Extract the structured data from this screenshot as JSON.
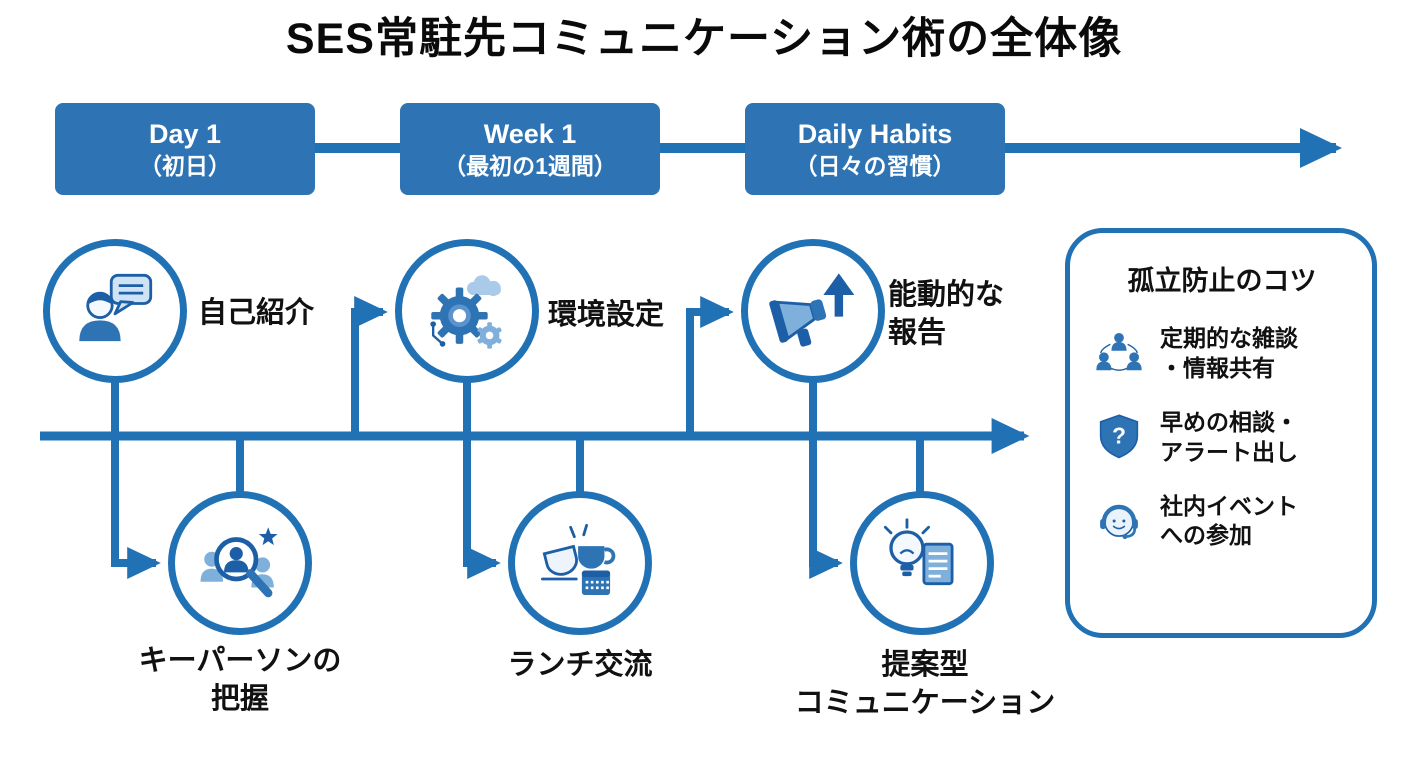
{
  "title": "SES常駐先コミュニケーション術の全体像",
  "timeline": {
    "phases": [
      {
        "label": "Day 1",
        "sublabel": "（初日）"
      },
      {
        "label": "Week 1",
        "sublabel": "（最初の1週間）"
      },
      {
        "label": "Daily Habits",
        "sublabel": "（日々の習慣）"
      }
    ]
  },
  "nodes": [
    {
      "id": "self-introduction",
      "label": "自己紹介",
      "icon": "person-speech-bubble-icon"
    },
    {
      "id": "environment-setup",
      "label": "環境設定",
      "icon": "gear-cloud-icon"
    },
    {
      "id": "proactive-reporting",
      "label": "能動的な\n報告",
      "icon": "megaphone-up-arrow-icon"
    },
    {
      "id": "key-person-grasp",
      "label": "キーパーソンの\n把握",
      "icon": "magnifier-people-star-icon"
    },
    {
      "id": "lunch-exchange",
      "label": "ランチ交流",
      "icon": "cups-calendar-icon"
    },
    {
      "id": "proposal-communication",
      "label": "提案型\nコミュニケーション",
      "icon": "lightbulb-document-icon"
    }
  ],
  "side_panel": {
    "title": "孤立防止のコツ",
    "items": [
      {
        "label": "定期的な雑談\n・情報共有",
        "icon": "people-network-icon"
      },
      {
        "label": "早めの相談・\nアラート出し",
        "icon": "shield-question-icon"
      },
      {
        "label": "社内イベント\nへの参加",
        "icon": "headset-person-icon"
      }
    ]
  },
  "colors": {
    "primary": "#2171b5",
    "box_fill": "#2e74b5",
    "icon_dark": "#1d5fa7",
    "icon_light": "#7fb0dc",
    "text": "#111111",
    "background": "#ffffff"
  }
}
